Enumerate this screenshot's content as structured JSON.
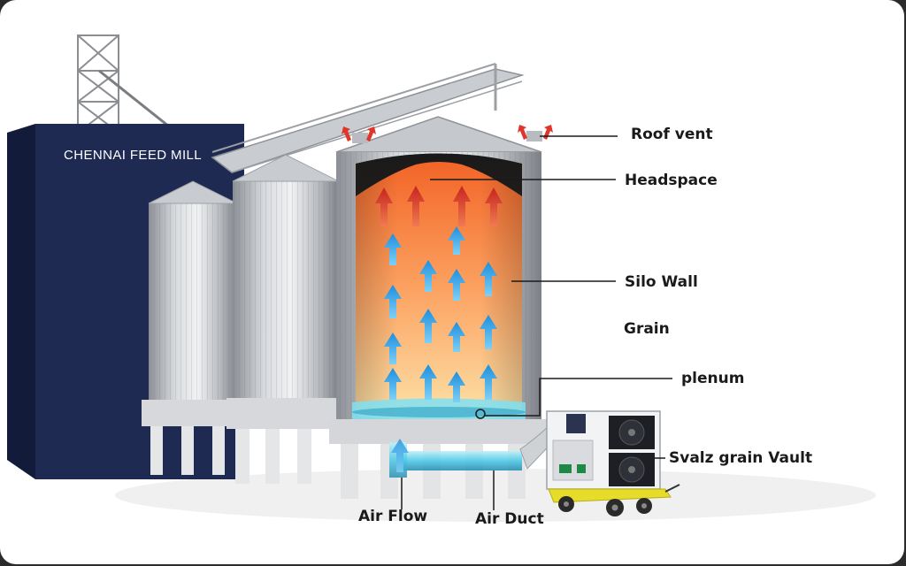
{
  "building": {
    "sign_text": "CHENNAI FEED MILL"
  },
  "labels": {
    "roof_vent": "Roof vent",
    "headspace": "Headspace",
    "silo_wall": "Silo Wall",
    "grain": "Grain",
    "plenum": "plenum",
    "svalz_grain_vault": "Svalz grain Vault",
    "air_flow": "Air Flow",
    "air_duct": "Air Duct"
  },
  "colors": {
    "building_navy": "#1f2a52",
    "grain_hot": "#f46a2a",
    "grain_mid": "#fba66a",
    "grain_cool": "#fde2a8",
    "arrow_cool": "#2fa6e8",
    "arrow_hot": "#d8322c",
    "duct_cyan": "#5fd6ee",
    "vault_frame": "#e6dc2a"
  },
  "icons": [
    "up-arrow-icon",
    "vent-arrow-icon",
    "fan-icon",
    "wheel-icon"
  ]
}
